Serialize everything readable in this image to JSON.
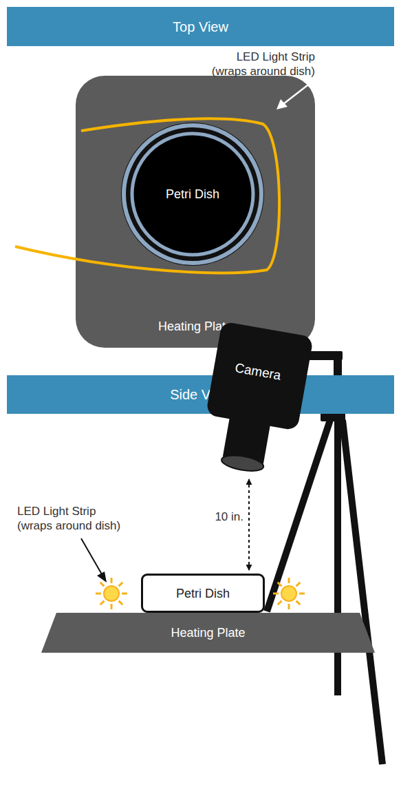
{
  "diagram": {
    "nodes": [
      {
        "text": [
          "Top View"
        ]
      },
      {
        "text": [
          "Heating Plate"
        ]
      },
      {
        "text": [
          "Petri Dish"
        ],
        "in": 1
      },
      {
        "text": [
          "Side View"
        ]
      },
      {
        "text": [
          "Camera"
        ]
      },
      {
        "text": [
          "Petri Dish"
        ]
      },
      {
        "text": [
          "Heating Plate"
        ]
      }
    ],
    "edges": [
      {
        "from": 4,
        "to": 5,
        "arrow": "both",
        "label": "10 in."
      }
    ],
    "labels": [
      "LED Light Strip (wraps around dish)",
      "LED Light Strip (wraps around dish)"
    ]
  }
}
